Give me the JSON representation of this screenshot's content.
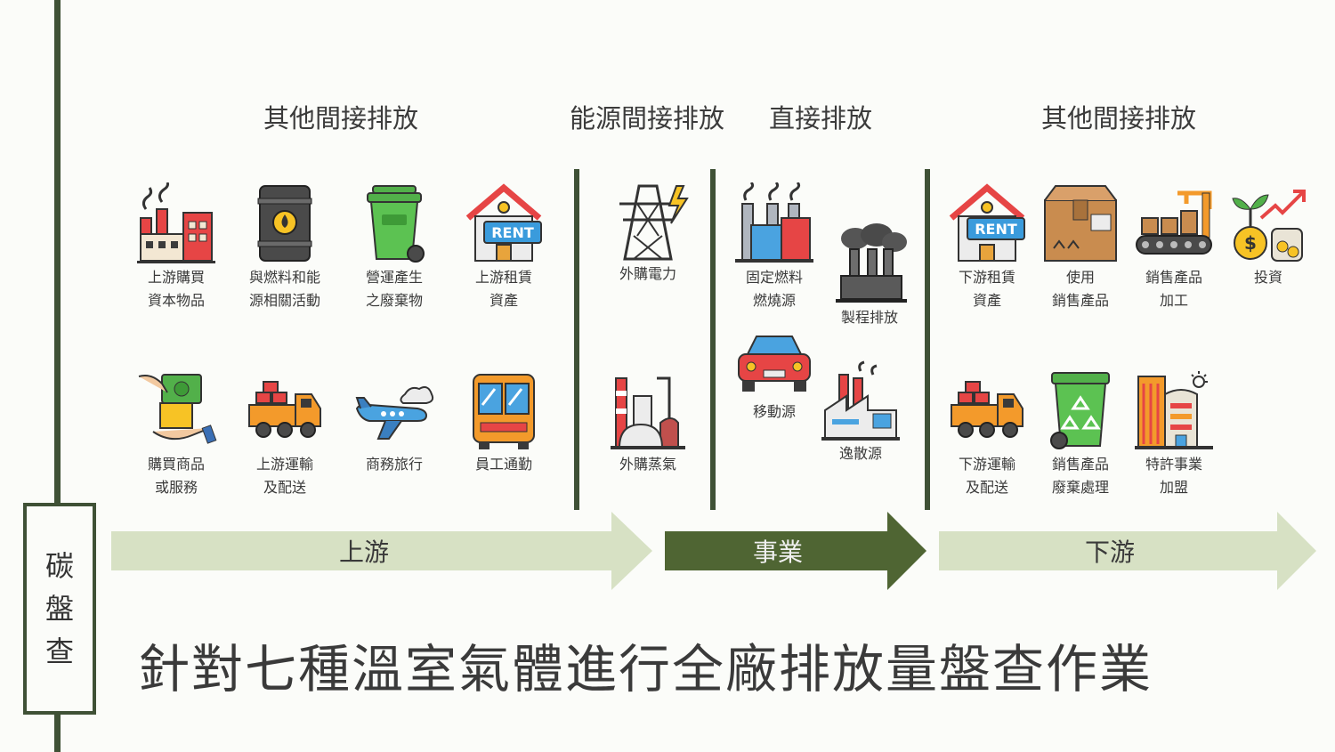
{
  "side_label": [
    "碳",
    "盤",
    "查"
  ],
  "sections": {
    "upstream_other": "其他間接排放",
    "energy_indirect": "能源間接排放",
    "direct": "直接排放",
    "downstream_other": "其他間接排放"
  },
  "upstream_items": [
    {
      "icon": "factory-icon",
      "label": "上游購買\n資本物品"
    },
    {
      "icon": "oil-barrel-icon",
      "label": "與燃料和能\n源相關活動"
    },
    {
      "icon": "trash-bin-icon",
      "label": "營運產生\n之廢棄物"
    },
    {
      "icon": "rent-house-icon",
      "label": "上游租賃\n資產"
    },
    {
      "icon": "buy-money-icon",
      "label": "購買商品\n或服務"
    },
    {
      "icon": "truck-icon",
      "label": "上游運輸\n及配送"
    },
    {
      "icon": "airplane-icon",
      "label": "商務旅行"
    },
    {
      "icon": "bus-icon",
      "label": "員工通勤"
    }
  ],
  "energy_items": [
    {
      "icon": "power-tower-icon",
      "label": "外購電力"
    },
    {
      "icon": "steam-plant-icon",
      "label": "外購蒸氣"
    }
  ],
  "direct_items": [
    {
      "icon": "combustion-plant-icon",
      "label": "固定燃料\n燃燒源"
    },
    {
      "icon": "smokestack-icon",
      "label": "製程排放"
    },
    {
      "icon": "car-icon",
      "label": "移動源"
    },
    {
      "icon": "fugitive-factory-icon",
      "label": "逸散源"
    }
  ],
  "downstream_items": [
    {
      "icon": "rent-house-icon",
      "label": "下游租賃\n資產"
    },
    {
      "icon": "box-icon",
      "label": "使用\n銷售產品"
    },
    {
      "icon": "conveyor-icon",
      "label": "銷售產品\n加工"
    },
    {
      "icon": "investment-icon",
      "label": "投資"
    },
    {
      "icon": "truck-icon",
      "label": "下游運輸\n及配送"
    },
    {
      "icon": "recycle-bin-icon",
      "label": "銷售產品\n廢棄處理"
    },
    {
      "icon": "franchise-building-icon",
      "label": "特許事業\n加盟"
    }
  ],
  "arrows": {
    "upstream": "上游",
    "enterprise": "事業",
    "downstream": "下游"
  },
  "main_title": "針對七種溫室氣體進行全廠排放量盤查作業",
  "colors": {
    "dark_green": "#3f5136",
    "arrow_light": "#d7e1c4",
    "arrow_dark": "#4f6533",
    "background": "#fbfcf9"
  }
}
